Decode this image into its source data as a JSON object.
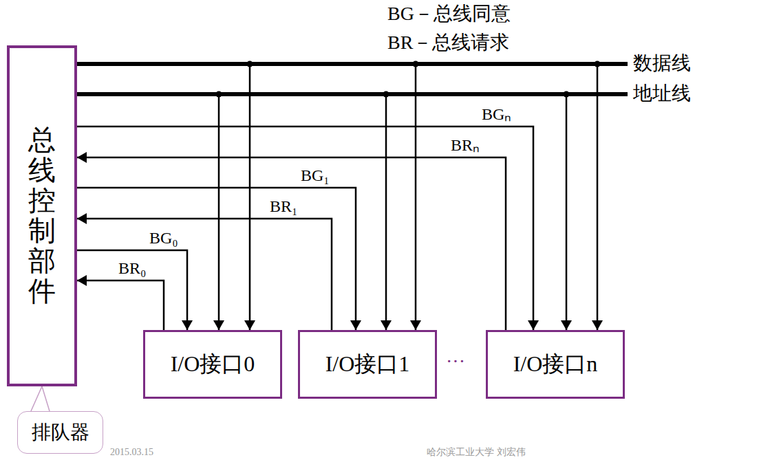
{
  "diagram": {
    "nodes": [
      {
        "text": [
          "总线控制部件"
        ]
      },
      {
        "text": [
          "排队器"
        ]
      },
      {
        "text": [
          "I/O接口0"
        ]
      },
      {
        "text": [
          "I/O接口1"
        ]
      },
      {
        "text": [
          "I/O接口n"
        ]
      }
    ],
    "edges": [
      {
        "from": 0,
        "to": 2,
        "arrow": "to",
        "label": "BG₀"
      },
      {
        "from": 2,
        "to": 0,
        "arrow": "to",
        "label": "BR₀"
      },
      {
        "from": 0,
        "to": 3,
        "arrow": "to",
        "label": "BG₁"
      },
      {
        "from": 3,
        "to": 0,
        "arrow": "to",
        "label": "BR₁"
      },
      {
        "from": 0,
        "to": 4,
        "arrow": "to",
        "label": "BGₙ"
      },
      {
        "from": 4,
        "to": 0,
        "arrow": "to",
        "label": "BRₙ"
      },
      {
        "from": 0,
        "to": 2,
        "arrow": "to"
      },
      {
        "from": 0,
        "to": 3,
        "arrow": "to"
      },
      {
        "from": 0,
        "to": 4,
        "arrow": "to"
      },
      {
        "from": 0,
        "to": 2,
        "arrow": "to"
      },
      {
        "from": 0,
        "to": 3,
        "arrow": "to"
      },
      {
        "from": 0,
        "to": 4,
        "arrow": "to"
      },
      {
        "from": 1,
        "to": 0,
        "arrow": "none"
      }
    ],
    "labels": [
      "BG－总线同意",
      "BR－总线请求",
      "数据线",
      "地址线",
      "···",
      "2015.03.15",
      "哈尔滨工业大学 刘宏伟"
    ]
  }
}
